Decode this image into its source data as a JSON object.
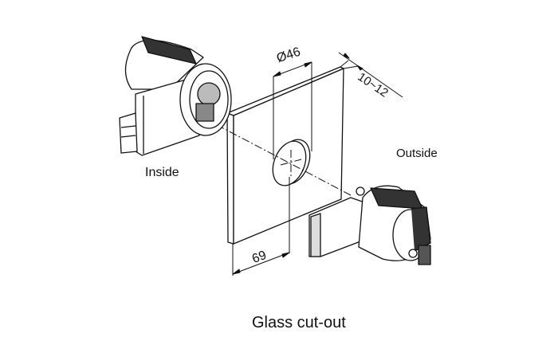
{
  "labels": {
    "inside": "Inside",
    "outside": "Outside",
    "caption": "Glass cut-out"
  },
  "dimensions": {
    "hole_diameter": "Ø46",
    "glass_thickness": "10~12",
    "hole_offset": "69"
  }
}
